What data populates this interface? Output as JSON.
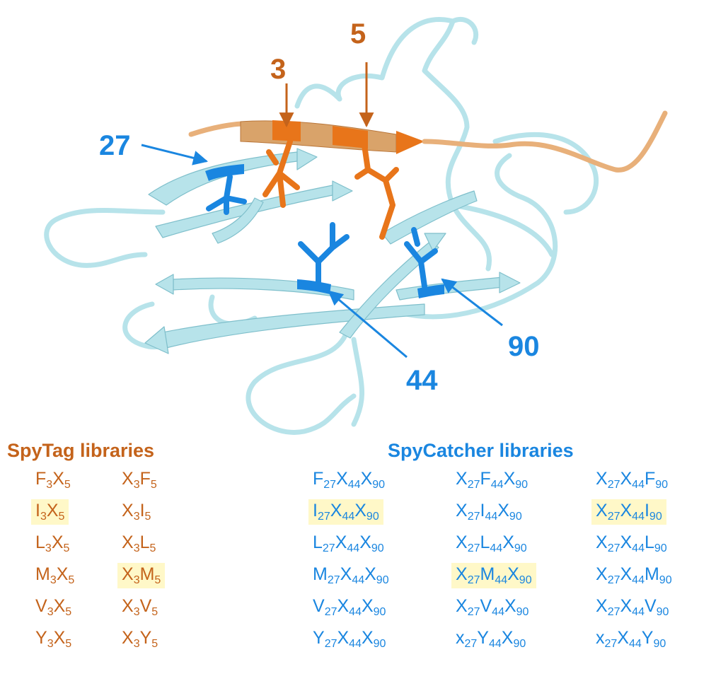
{
  "colors": {
    "tag": "#c4631b",
    "tag_strand": "#e8751a",
    "tag_strand_light": "#d9a36a",
    "catcher": "#1a86e0",
    "protein": "#b7e3ea",
    "protein_edge": "#7fbfcb",
    "highlight": "#fff8c8"
  },
  "labels": {
    "pos3": "3",
    "pos5": "5",
    "pos27": "27",
    "pos44": "44",
    "pos90": "90"
  },
  "spytag": {
    "title": "SpyTag libraries",
    "columns": [
      [
        {
          "a": "F",
          "as": "3",
          "b": "X",
          "bs": "5",
          "hl": false
        },
        {
          "a": "I",
          "as": "3",
          "b": "X",
          "bs": "5",
          "hl": true
        },
        {
          "a": "L",
          "as": "3",
          "b": "X",
          "bs": "5",
          "hl": false
        },
        {
          "a": "M",
          "as": "3",
          "b": "X",
          "bs": "5",
          "hl": false
        },
        {
          "a": "V",
          "as": "3",
          "b": "X",
          "bs": "5",
          "hl": false
        },
        {
          "a": "Y",
          "as": "3",
          "b": "X",
          "bs": "5",
          "hl": false
        }
      ],
      [
        {
          "a": "X",
          "as": "3",
          "b": "F",
          "bs": "5",
          "hl": false
        },
        {
          "a": "X",
          "as": "3",
          "b": "I",
          "bs": "5",
          "hl": false
        },
        {
          "a": "X",
          "as": "3",
          "b": "L",
          "bs": "5",
          "hl": false
        },
        {
          "a": "X",
          "as": "3",
          "b": "M",
          "bs": "5",
          "hl": true
        },
        {
          "a": "X",
          "as": "3",
          "b": "V",
          "bs": "5",
          "hl": false
        },
        {
          "a": "X",
          "as": "3",
          "b": "Y",
          "bs": "5",
          "hl": false
        }
      ]
    ]
  },
  "spycatcher": {
    "title": "SpyCatcher libraries",
    "columns": [
      [
        {
          "a": "F",
          "as": "27",
          "b": "X",
          "bs": "44",
          "c": "X",
          "cs": "90",
          "hl": false
        },
        {
          "a": "I",
          "as": "27",
          "b": "X",
          "bs": "44",
          "c": "X",
          "cs": "90",
          "hl": true
        },
        {
          "a": "L",
          "as": "27",
          "b": "X",
          "bs": "44",
          "c": "X",
          "cs": "90",
          "hl": false
        },
        {
          "a": "M",
          "as": "27",
          "b": "X",
          "bs": "44",
          "c": "X",
          "cs": "90",
          "hl": false
        },
        {
          "a": "V",
          "as": "27",
          "b": "X",
          "bs": "44",
          "c": "X",
          "cs": "90",
          "hl": false
        },
        {
          "a": "Y",
          "as": "27",
          "b": "X",
          "bs": "44",
          "c": "X",
          "cs": "90",
          "hl": false
        }
      ],
      [
        {
          "a": "X",
          "as": "27",
          "b": "F",
          "bs": "44",
          "c": "X",
          "cs": "90",
          "hl": false
        },
        {
          "a": "X",
          "as": "27",
          "b": "I",
          "bs": "44",
          "c": "X",
          "cs": "90",
          "hl": false
        },
        {
          "a": "X",
          "as": "27",
          "b": "L",
          "bs": "44",
          "c": "X",
          "cs": "90",
          "hl": false
        },
        {
          "a": "X",
          "as": "27",
          "b": "M",
          "bs": "44",
          "c": "X",
          "cs": "90",
          "hl": true
        },
        {
          "a": "X",
          "as": "27",
          "b": "V",
          "bs": "44",
          "c": "X",
          "cs": "90",
          "hl": false
        },
        {
          "a": "x",
          "as": "27",
          "b": "Y",
          "bs": "44",
          "c": "X",
          "cs": "90",
          "hl": false
        }
      ],
      [
        {
          "a": "X",
          "as": "27",
          "b": "X",
          "bs": "44",
          "c": "F",
          "cs": "90",
          "hl": false
        },
        {
          "a": "X",
          "as": "27",
          "b": "X",
          "bs": "44",
          "c": "I",
          "cs": "90",
          "hl": true
        },
        {
          "a": "X",
          "as": "27",
          "b": "X",
          "bs": "44",
          "c": "L",
          "cs": "90",
          "hl": false
        },
        {
          "a": "X",
          "as": "27",
          "b": "X",
          "bs": "44",
          "c": "M",
          "cs": "90",
          "hl": false
        },
        {
          "a": "X",
          "as": "27",
          "b": "X",
          "bs": "44",
          "c": "V",
          "cs": "90",
          "hl": false
        },
        {
          "a": "x",
          "as": "27",
          "b": "X",
          "bs": "44",
          "c": "Y",
          "cs": "90",
          "hl": false
        }
      ]
    ]
  }
}
